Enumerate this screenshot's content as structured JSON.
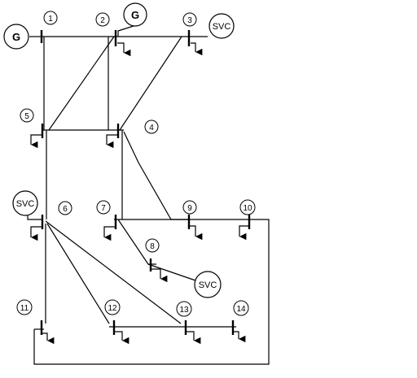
{
  "buses": [
    "1",
    "2",
    "3",
    "4",
    "5",
    "6",
    "7",
    "8",
    "9",
    "10",
    "11",
    "12",
    "13",
    "14"
  ],
  "generators": [
    "G",
    "G"
  ],
  "svcs": [
    "SVC",
    "SVC",
    "SVC"
  ]
}
